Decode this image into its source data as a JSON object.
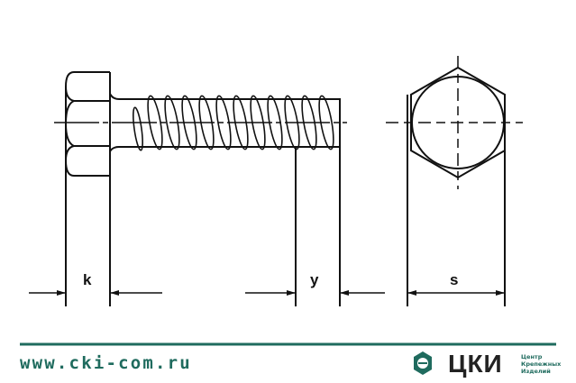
{
  "drawing": {
    "dimensions": {
      "head_height": "k",
      "thread_end": "y",
      "across_flats": "s"
    }
  },
  "footer": {
    "url": "www.cki-com.ru",
    "brand": "ЦКИ",
    "tagline": [
      "Центр",
      "Крепежных",
      "Изделий"
    ],
    "accent_color": "#1f6b5e"
  }
}
